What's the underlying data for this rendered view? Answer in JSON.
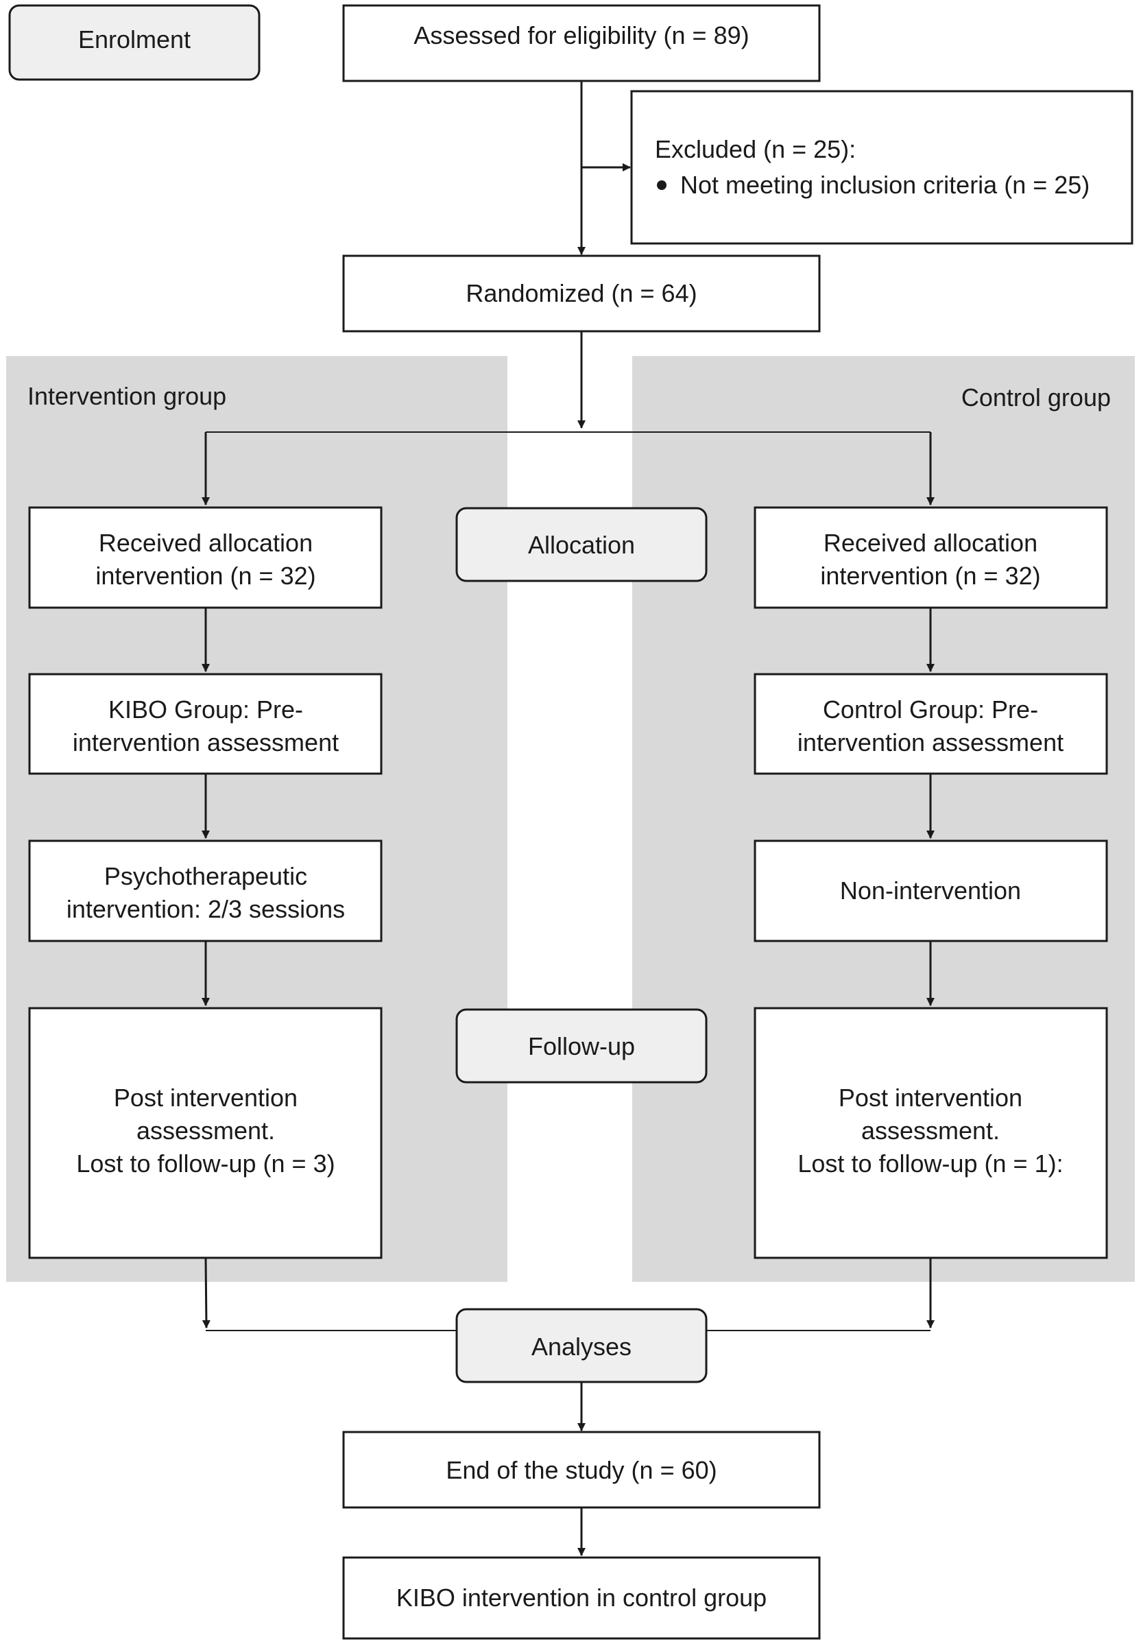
{
  "stages": {
    "enrolment": "Enrolment",
    "allocation": "Allocation",
    "follow_up": "Follow-up",
    "analyses": "Analyses"
  },
  "boxes": {
    "assessed": [
      "Assessed for eligibility (n = 89)"
    ],
    "excluded_title": "Excluded (n = 25):",
    "excluded_bullet": "Not meeting inclusion criteria (n = 25)",
    "randomized": [
      "Randomized (n = 64)"
    ],
    "end_of_study": [
      "End of the study (n = 60)"
    ],
    "kibo_control": [
      "KIBO intervention in control group"
    ]
  },
  "intervention": {
    "panel_label": "Intervention group",
    "received": [
      "Received allocation",
      "intervention (n = 32)"
    ],
    "pre": [
      "KIBO Group: Pre-",
      "intervention assessment"
    ],
    "treatment": [
      "Psychotherapeutic",
      "intervention: 2/3 sessions"
    ],
    "post": [
      "Post intervention",
      "assessment.",
      "Lost to follow-up (n = 3)"
    ]
  },
  "control": {
    "panel_label": "Control group",
    "received": [
      "Received allocation",
      "intervention (n = 32)"
    ],
    "pre": [
      "Control Group: Pre-",
      "intervention assessment"
    ],
    "treatment": [
      "Non-intervention"
    ],
    "post": [
      "Post intervention",
      "assessment.",
      "Lost to follow-up (n = 1):"
    ]
  },
  "colors": {
    "panel_fill": "#d9d9d9",
    "stage_fill": "#efefef",
    "box_fill": "#ffffff",
    "stroke": "#1a1a1a"
  }
}
